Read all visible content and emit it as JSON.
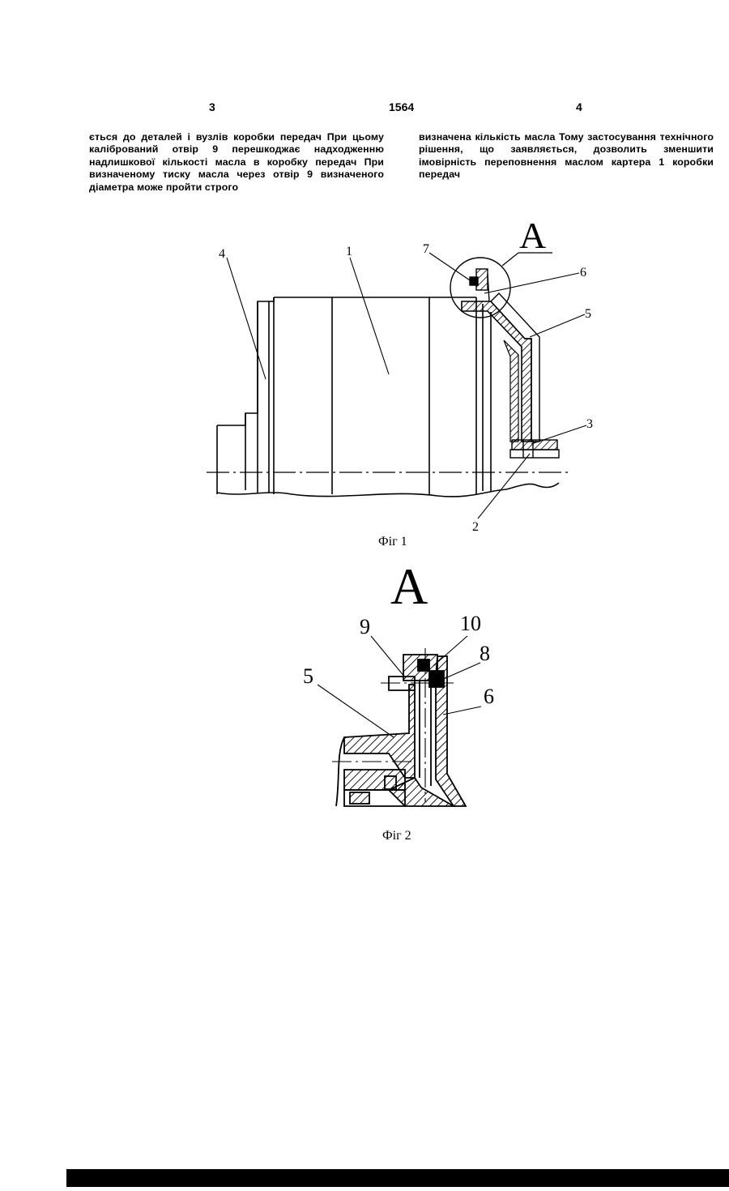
{
  "header": {
    "page_left": "3",
    "doc_number": "1564",
    "page_right": "4"
  },
  "left_column": {
    "text": "ється до деталей і вузлів коробки передач При цьому калібрований отвір 9 перешкоджає надходженню надлишкової кількості масла в коробку передач При визначеному тиску масла через отвір 9 визначеного діаметра може пройти строго"
  },
  "right_column": {
    "text": "визначена кількість масла Тому застосування технічного рішення, що заявляється, дозволить зменшити імовірність переповнення маслом картера 1 коробки передач"
  },
  "figure1": {
    "view_marker": "A",
    "labels": [
      "1",
      "2",
      "3",
      "4",
      "5",
      "6",
      "7"
    ],
    "caption": "Фіг 1"
  },
  "figure2": {
    "title": "A",
    "labels": [
      "5",
      "6",
      "8",
      "9",
      "10"
    ],
    "caption": "Фіг 2"
  }
}
